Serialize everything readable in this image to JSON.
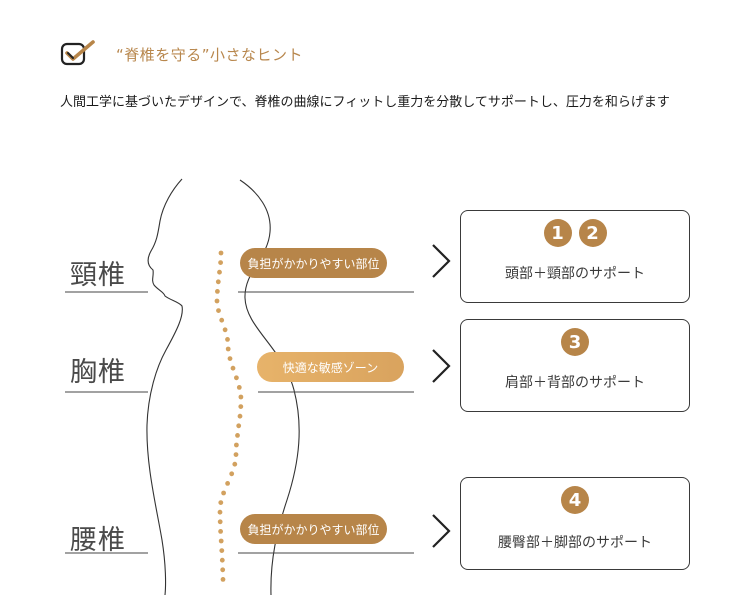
{
  "header": {
    "title": "“脊椎を守る”小さなヒント",
    "subtitle": "人間工学に基づいたデザインで、脊椎の曲線にフィットし重力を分散してサポートし、圧力を和らげます"
  },
  "labels": {
    "neck": "頸椎",
    "chest": "胸椎",
    "lumbar": "腰椎"
  },
  "pills": {
    "neck": "負担がかかりやすい部位",
    "chest": "快適な敏感ゾーン",
    "lumbar": "負担がかかりやすい部位"
  },
  "cards": [
    {
      "badges": [
        "1",
        "2"
      ],
      "text": "頭部＋頸部のサポート"
    },
    {
      "badges": [
        "3"
      ],
      "text": "肩部＋背部のサポート"
    },
    {
      "badges": [
        "4"
      ],
      "text": "腰臀部＋脚部のサポート"
    }
  ],
  "colors": {
    "accent": "#b78549",
    "accent_light": "#e7b36a",
    "title": "#b8874d",
    "line": "#3a3a3a"
  },
  "icons": [
    "checkbox-icon",
    "chevron-right-icon"
  ]
}
